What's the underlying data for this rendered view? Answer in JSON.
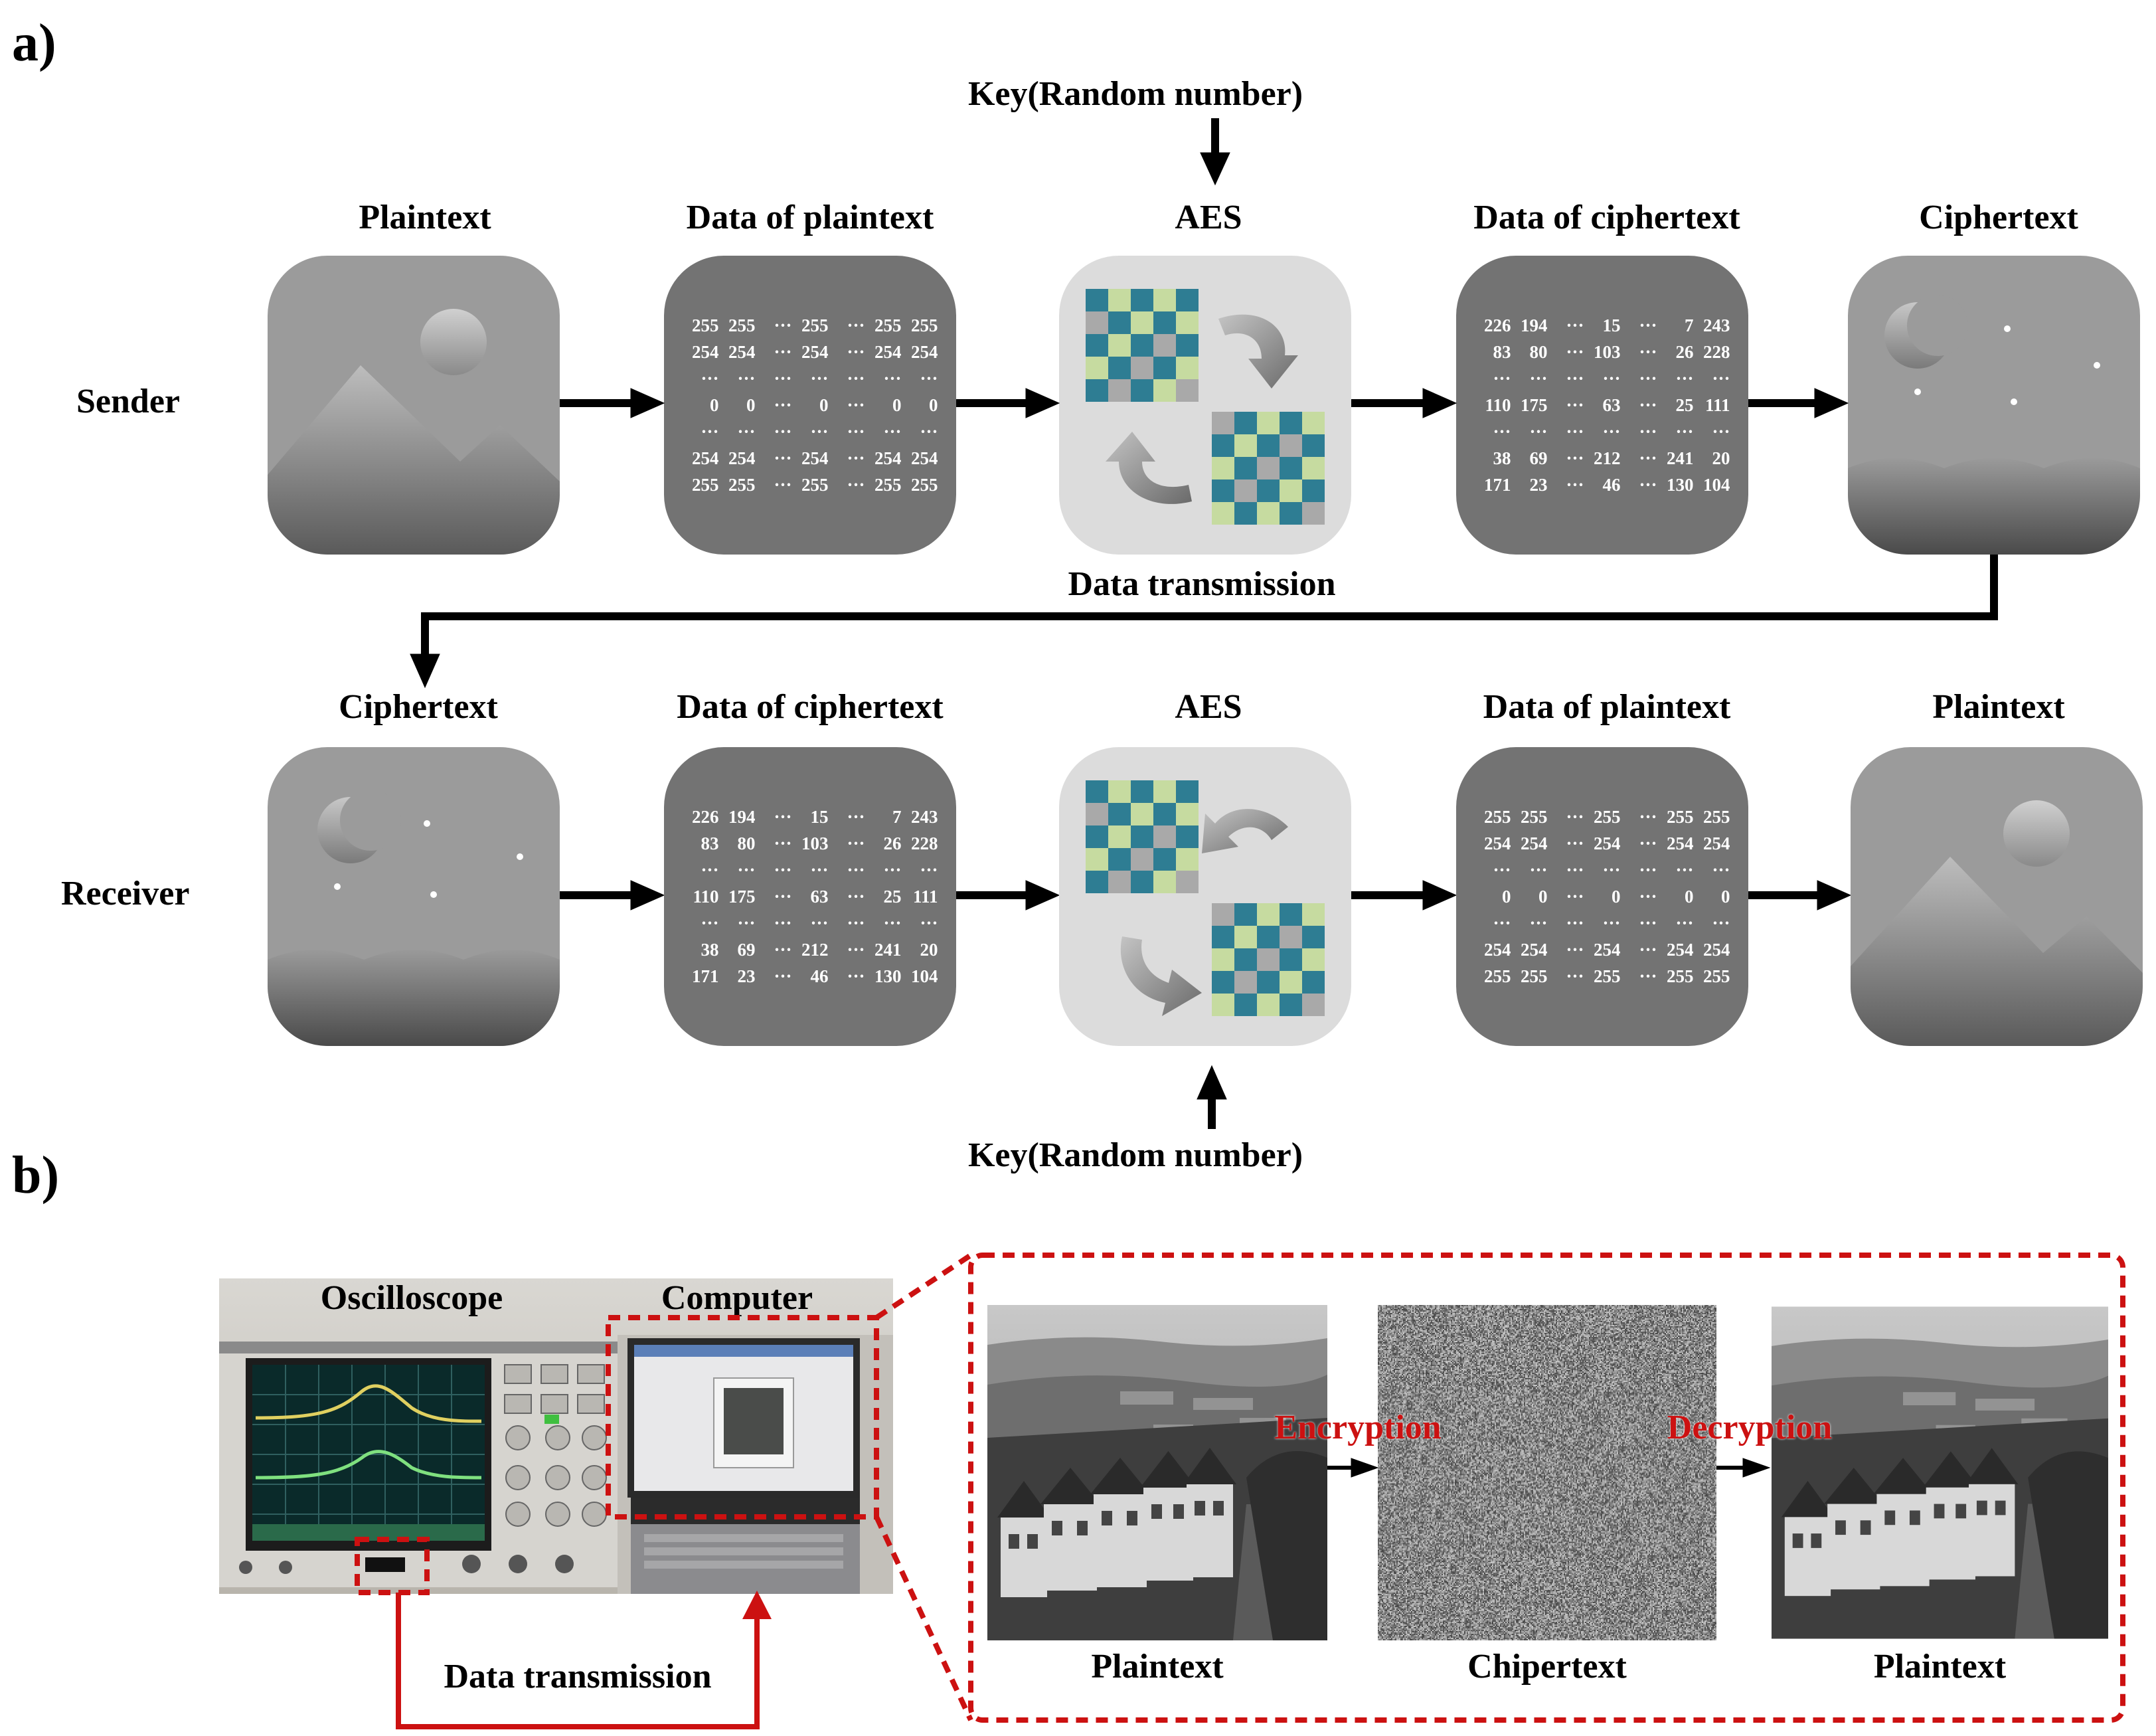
{
  "panel_a": {
    "label": "a)",
    "key_top": "Key(Random  number)",
    "key_bottom": "Key(Random  number)",
    "transmission": "Data transmission",
    "sender": {
      "row_label": "Sender",
      "titles": [
        "Plaintext",
        "Data of plaintext",
        "AES",
        "Data of ciphertext",
        "Ciphertext"
      ]
    },
    "receiver": {
      "row_label": "Receiver",
      "titles": [
        "Ciphertext",
        "Data of ciphertext",
        "AES",
        "Data of plaintext",
        "Plaintext"
      ]
    },
    "plain_matrix": [
      [
        "255",
        "255",
        "···",
        "255",
        "···",
        "255",
        "255"
      ],
      [
        "254",
        "254",
        "···",
        "254",
        "···",
        "254",
        "254"
      ],
      [
        "···",
        "···",
        "···",
        "···",
        "···",
        "···",
        "···"
      ],
      [
        "0",
        "0",
        "···",
        "0",
        "···",
        "0",
        "0"
      ],
      [
        "···",
        "···",
        "···",
        "···",
        "···",
        "···",
        "···"
      ],
      [
        "254",
        "254",
        "···",
        "254",
        "···",
        "254",
        "254"
      ],
      [
        "255",
        "255",
        "···",
        "255",
        "···",
        "255",
        "255"
      ]
    ],
    "cipher_matrix": [
      [
        "226",
        "194",
        "···",
        "15",
        "···",
        "7",
        "243"
      ],
      [
        "83",
        "80",
        "···",
        "103",
        "···",
        "26",
        "228"
      ],
      [
        "···",
        "···",
        "···",
        "···",
        "···",
        "···",
        "···"
      ],
      [
        "110",
        "175",
        "···",
        "63",
        "···",
        "25",
        "111"
      ],
      [
        "···",
        "···",
        "···",
        "···",
        "···",
        "···",
        "···"
      ],
      [
        "38",
        "69",
        "···",
        "212",
        "···",
        "241",
        "20"
      ],
      [
        "171",
        "23",
        "···",
        "46",
        "···",
        "130",
        "104"
      ]
    ]
  },
  "panel_b": {
    "label": "b)",
    "oscilloscope": "Oscilloscope",
    "computer": "Computer",
    "transmission": "Data transmission",
    "encryption": "Encryption",
    "decryption": "Decryption",
    "captions": [
      "Plaintext",
      "Chipertext",
      "Plaintext"
    ]
  },
  "colors": {
    "img_tile": "#9b9b9b",
    "data_tile": "#737373",
    "aes_tile": "#dcdcdc",
    "teal": "#2e7d93",
    "light_green": "#c6dba0",
    "gray_cell": "#a9a9a9",
    "red": "#cc1111"
  }
}
